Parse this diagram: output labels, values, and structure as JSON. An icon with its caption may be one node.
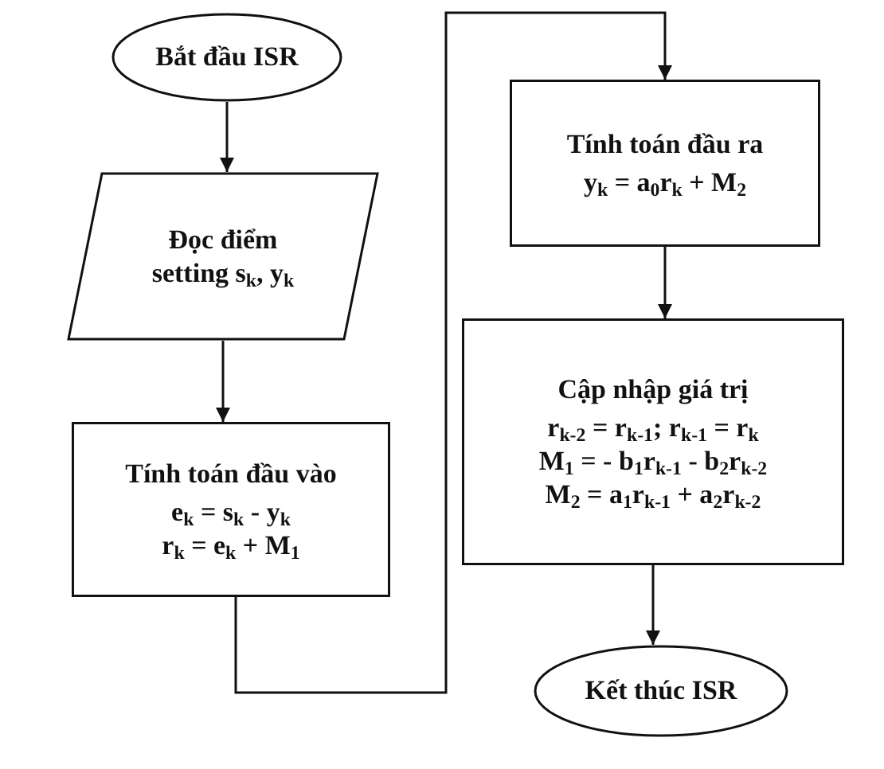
{
  "diagram": {
    "nodes": [
      {
        "text": [
          "Bắt đầu ISR"
        ]
      },
      {
        "text": [
          "Đọc điểm setting s$_{k}$, y$_{k}$"
        ]
      },
      {
        "text": [
          "Tính toán đầu vào",
          "e$_{k}$ = s$_{k}$ - y$_{k}$",
          "r$_{k}$ = e$_{k}$ + M$_{1}$"
        ]
      },
      {
        "text": [
          "Tính toán đầu ra",
          "y$_{k}$ = a$_{0}$r$_{k}$ + M$_{2}$"
        ]
      },
      {
        "text": [
          "Cập nhập giá trị",
          "r$_{k-2}$ = r$_{k-1}$; r$_{k-1}$ = r$_{k}$",
          "M$_{1}$ = - b$_{1}$r$_{k-1}$ - b$_{2}$r$_{k-2}$",
          "M$_{2}$ = a$_{1}$r$_{k-1}$ + a$_{2}$r$_{k-2}$"
        ]
      },
      {
        "text": [
          "Kết thúc ISR"
        ]
      }
    ],
    "edges": [
      {
        "from": 0,
        "to": 1,
        "arrow": "to"
      },
      {
        "from": 1,
        "to": 2,
        "arrow": "to"
      },
      {
        "from": 2,
        "to": 3,
        "arrow": "to"
      },
      {
        "from": 3,
        "to": 4,
        "arrow": "to"
      },
      {
        "from": 4,
        "to": 5,
        "arrow": "to"
      }
    ]
  }
}
